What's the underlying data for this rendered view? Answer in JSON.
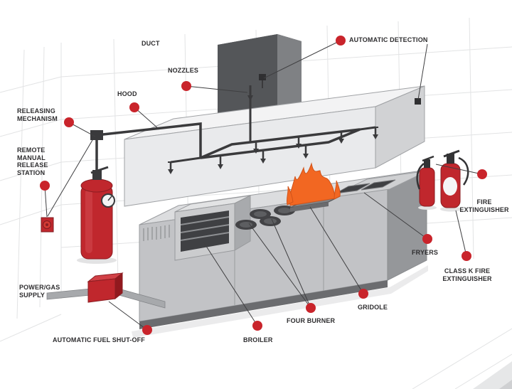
{
  "diagram": {
    "title": "Kitchen fire suppression system diagram",
    "labels": {
      "duct": "DUCT",
      "automatic_detection": "AUTOMATIC DETECTION",
      "nozzles": "NOZZLES",
      "hood": "HOOD",
      "releasing_mechanism": "RELEASING\nMECHANISM",
      "remote_manual_release_station": "REMOTE\nMANUAL\nRELEASE\nSTATION",
      "power_gas_supply": "POWER/GAS\nSUPPLY",
      "automatic_fuel_shut_off": "AUTOMATIC FUEL SHUT-OFF",
      "broiler": "BROILER",
      "four_burner": "FOUR BURNER",
      "gridole": "GRIDOLE",
      "fryers": "FRYERS",
      "class_k_fire_extinguisher": "CLASS K FIRE\nEXTINGUISHER",
      "fire_extinguisher": "FIRE\nEXTINGUISHER"
    },
    "colors": {
      "callout_red": "#c9242b",
      "tank_red": "#c0272d",
      "flame_orange": "#f26722",
      "pipe_dark": "#3a3a3c",
      "label_text": "#2e2d2f"
    }
  }
}
